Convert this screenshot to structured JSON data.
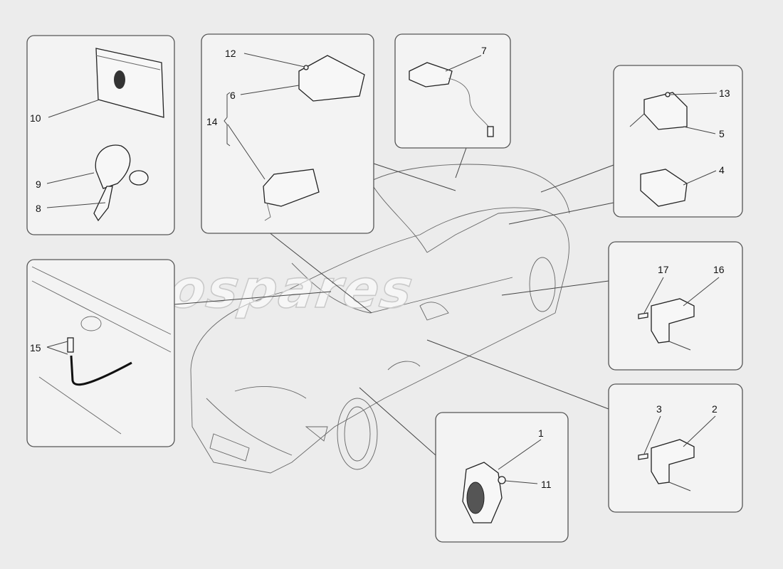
{
  "diagram": {
    "watermark": "eurospares",
    "callouts": {
      "n1": "1",
      "n2": "2",
      "n3": "3",
      "n4": "4",
      "n5": "5",
      "n6": "6",
      "n7": "7",
      "n8": "8",
      "n9": "9",
      "n10": "10",
      "n11": "11",
      "n12": "12",
      "n13": "13",
      "n14": "14",
      "n15": "15",
      "n16": "16",
      "n17": "17"
    }
  }
}
